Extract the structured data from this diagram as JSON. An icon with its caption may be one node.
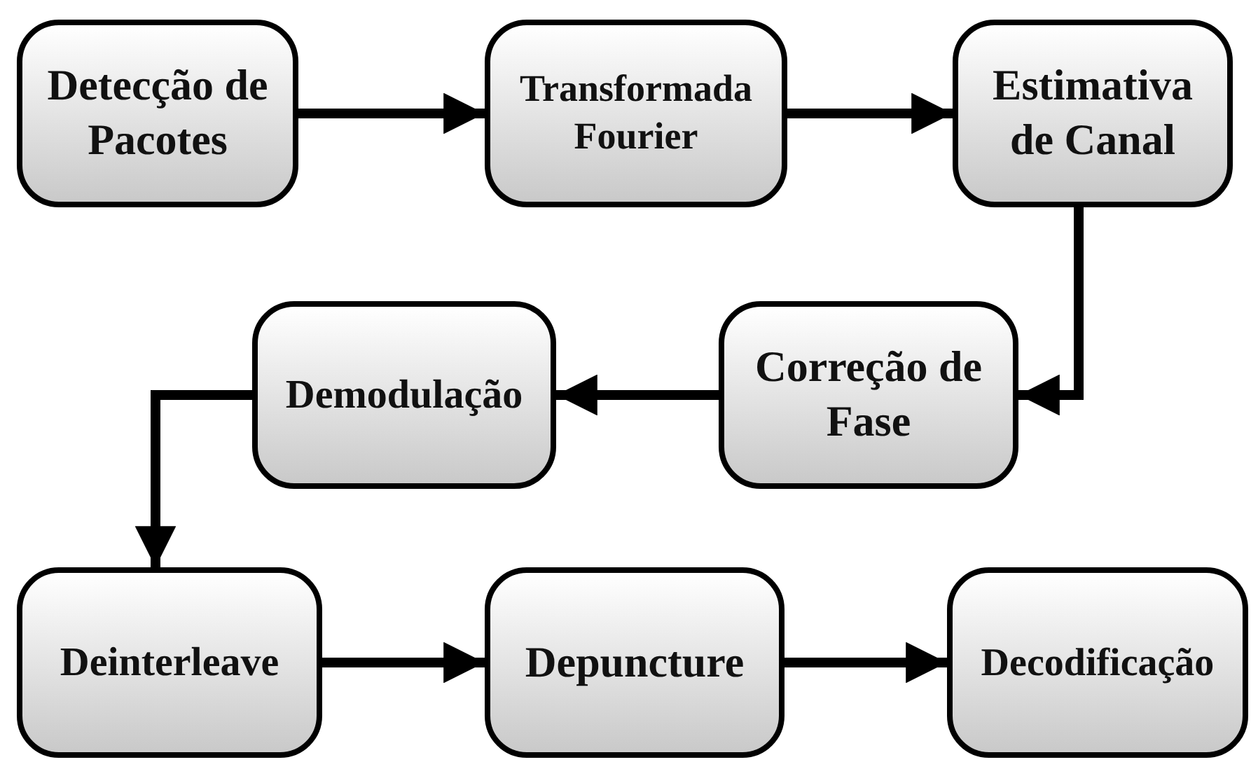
{
  "diagram": {
    "nodes": [
      {
        "text": [
          "Detecção de Pacotes"
        ]
      },
      {
        "text": [
          "Transformada Fourier"
        ]
      },
      {
        "text": [
          "Estimativa de Canal"
        ]
      },
      {
        "text": [
          "Correção de Fase"
        ]
      },
      {
        "text": [
          "Demodulação"
        ]
      },
      {
        "text": [
          "Deinterleave"
        ]
      },
      {
        "text": [
          "Depuncture"
        ]
      },
      {
        "text": [
          "Decodificação"
        ]
      }
    ],
    "edges": [
      {
        "from": 0,
        "to": 1,
        "arrow": "to"
      },
      {
        "from": 1,
        "to": 2,
        "arrow": "to"
      },
      {
        "from": 2,
        "to": 3,
        "arrow": "to"
      },
      {
        "from": 3,
        "to": 4,
        "arrow": "to"
      },
      {
        "from": 4,
        "to": 5,
        "arrow": "to"
      },
      {
        "from": 5,
        "to": 6,
        "arrow": "to"
      },
      {
        "from": 6,
        "to": 7,
        "arrow": "to"
      }
    ]
  }
}
